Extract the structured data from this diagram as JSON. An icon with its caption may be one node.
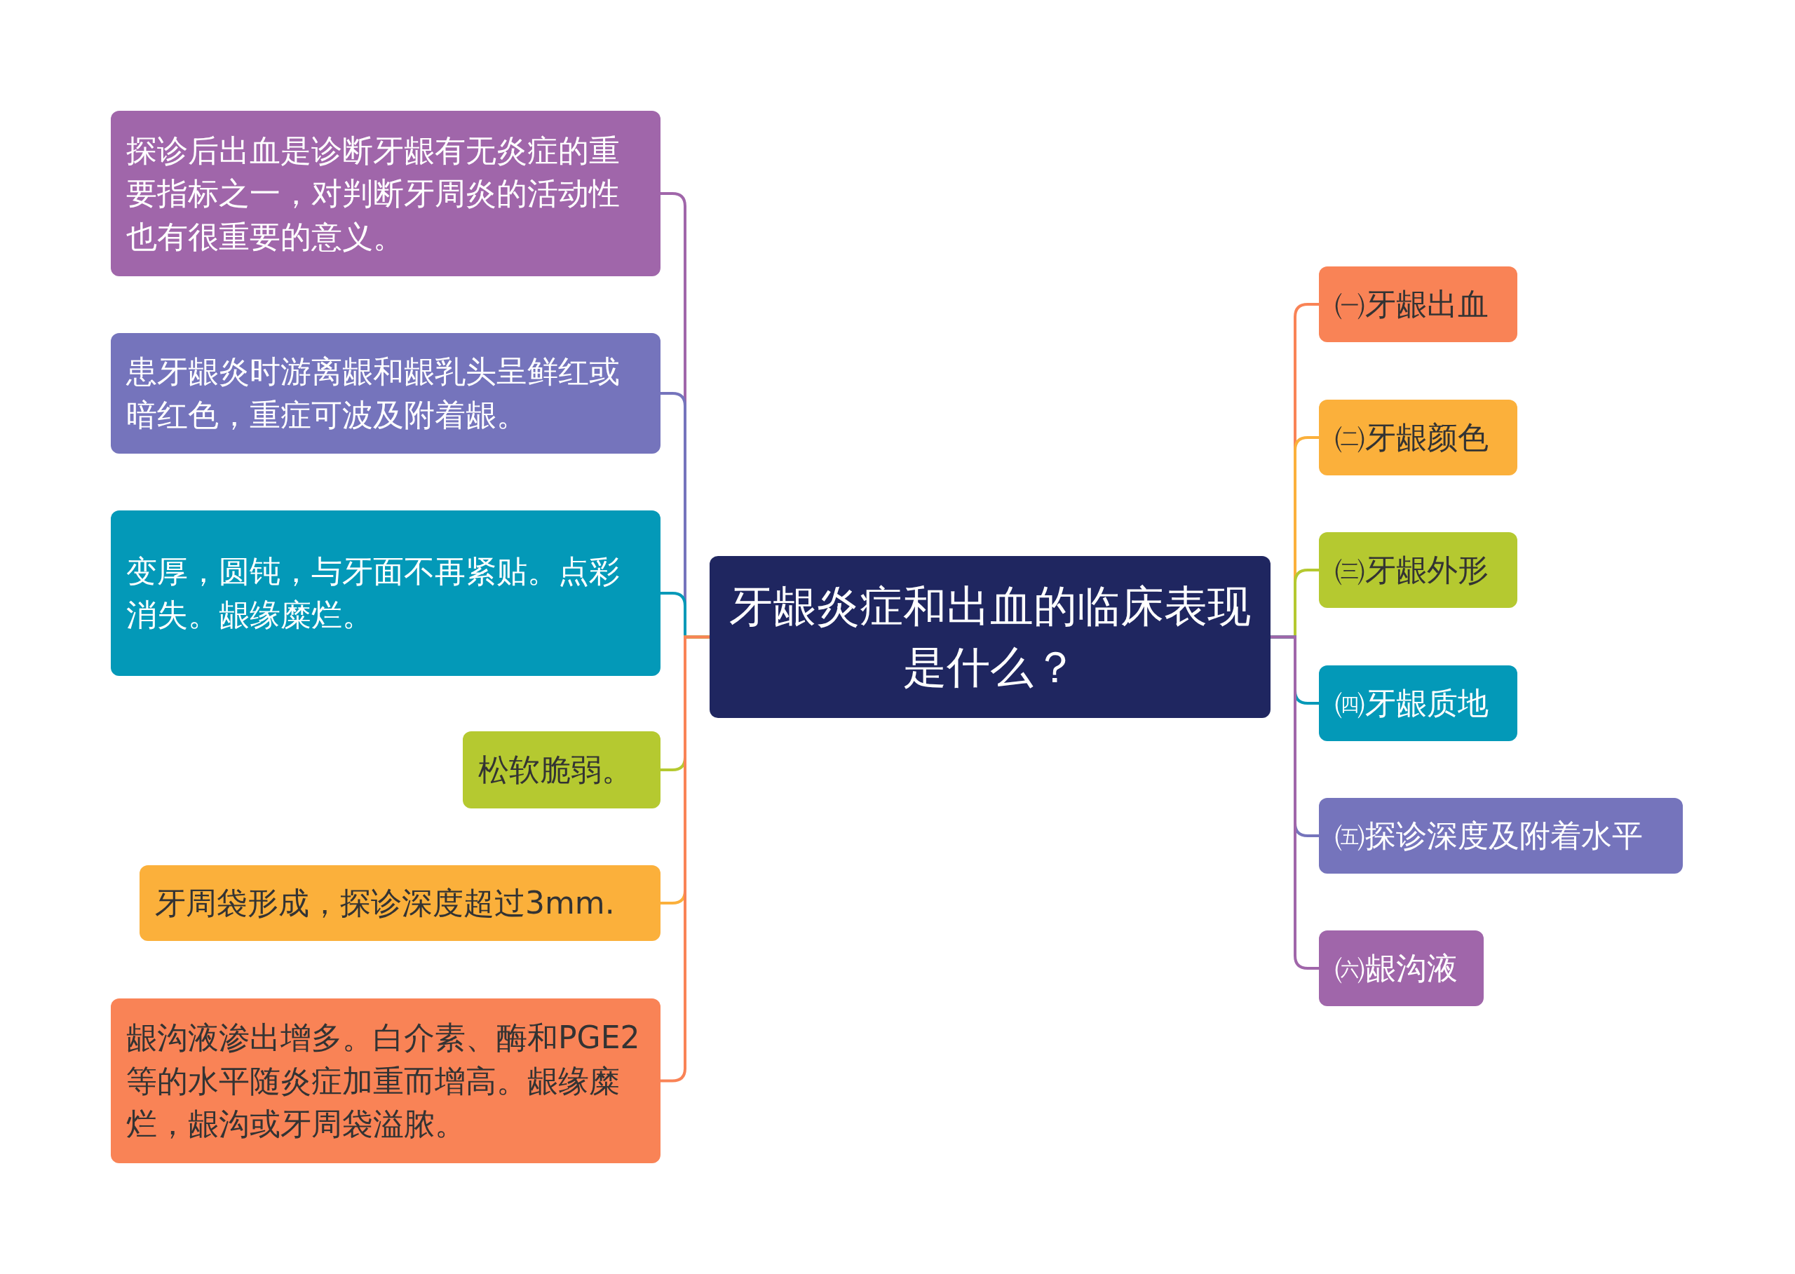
{
  "diagram": {
    "nodes": [
      {
        "text": [
          "牙龈炎症和出血的临床表现是什么？"
        ]
      },
      {
        "text": [
          "探诊后出血是诊断牙龈有无炎症的重要指标之一，对判断牙周炎的活动性也有很重要的意义。"
        ]
      },
      {
        "text": [
          "患牙龈炎时游离龈和龈乳头呈鲜红或暗红色，重症可波及附着龈。"
        ]
      },
      {
        "text": [
          "变厚，圆钝，与牙面不再紧贴。点彩消失。龈缘糜烂。"
        ]
      },
      {
        "text": [
          "松软脆弱。"
        ]
      },
      {
        "text": [
          "牙周袋形成，探诊深度超过3mm."
        ]
      },
      {
        "text": [
          "龈沟液渗出增多。白介素、酶和PGE2等的水平随炎症加重而增高。龈缘糜烂，龈沟或牙周袋溢脓。"
        ]
      },
      {
        "text": [
          "㈠牙龈出血"
        ]
      },
      {
        "text": [
          "㈡牙龈颜色"
        ]
      },
      {
        "text": [
          "㈢牙龈外形"
        ]
      },
      {
        "text": [
          "㈣牙龈质地"
        ]
      },
      {
        "text": [
          "㈤探诊深度及附着水平"
        ]
      },
      {
        "text": [
          "㈥龈沟液"
        ]
      }
    ],
    "edges": [
      {
        "from": 0,
        "to": 1,
        "arrow": "none",
        "color": "#a066aa"
      },
      {
        "from": 0,
        "to": 2,
        "arrow": "none",
        "color": "#7574bc"
      },
      {
        "from": 0,
        "to": 3,
        "arrow": "none",
        "color": "#0399b8"
      },
      {
        "from": 0,
        "to": 4,
        "arrow": "none",
        "color": "#b5c930"
      },
      {
        "from": 0,
        "to": 5,
        "arrow": "none",
        "color": "#fbb03b"
      },
      {
        "from": 0,
        "to": 6,
        "arrow": "none",
        "color": "#f98356"
      },
      {
        "from": 0,
        "to": 7,
        "arrow": "none",
        "color": "#f98356"
      },
      {
        "from": 0,
        "to": 8,
        "arrow": "none",
        "color": "#fbb03b"
      },
      {
        "from": 0,
        "to": 9,
        "arrow": "none",
        "color": "#b5c930"
      },
      {
        "from": 0,
        "to": 10,
        "arrow": "none",
        "color": "#0399b8"
      },
      {
        "from": 0,
        "to": 11,
        "arrow": "none",
        "color": "#7574bc"
      },
      {
        "from": 0,
        "to": 12,
        "arrow": "none",
        "color": "#a066aa"
      }
    ]
  }
}
